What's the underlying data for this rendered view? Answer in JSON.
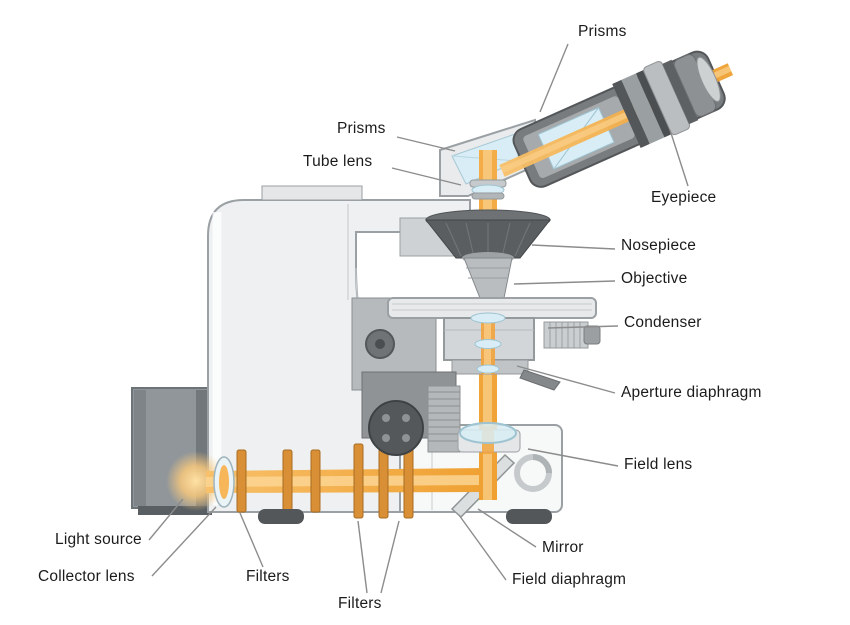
{
  "diagram": {
    "subject": "Upright microscope optical path",
    "labels": [
      {
        "id": "prisms-top",
        "text": "Prisms"
      },
      {
        "id": "prisms-head",
        "text": "Prisms"
      },
      {
        "id": "tube-lens",
        "text": "Tube lens"
      },
      {
        "id": "eyepiece",
        "text": "Eyepiece"
      },
      {
        "id": "nosepiece",
        "text": "Nosepiece"
      },
      {
        "id": "objective",
        "text": "Objective"
      },
      {
        "id": "condenser",
        "text": "Condenser"
      },
      {
        "id": "aperture-diaphragm",
        "text": "Aperture diaphragm"
      },
      {
        "id": "field-lens",
        "text": "Field lens"
      },
      {
        "id": "mirror",
        "text": "Mirror"
      },
      {
        "id": "field-diaphragm",
        "text": "Field diaphragm"
      },
      {
        "id": "light-source",
        "text": "Light source"
      },
      {
        "id": "collector-lens",
        "text": "Collector lens"
      },
      {
        "id": "filters-left",
        "text": "Filters"
      },
      {
        "id": "filters-bottom",
        "text": "Filters"
      }
    ],
    "colors": {
      "beam": "#efa031",
      "beam_core": "#f9cd86",
      "glass": "#d8edf5",
      "leader_line": "#8c8c8c",
      "label_text": "#1b1b1b"
    }
  }
}
